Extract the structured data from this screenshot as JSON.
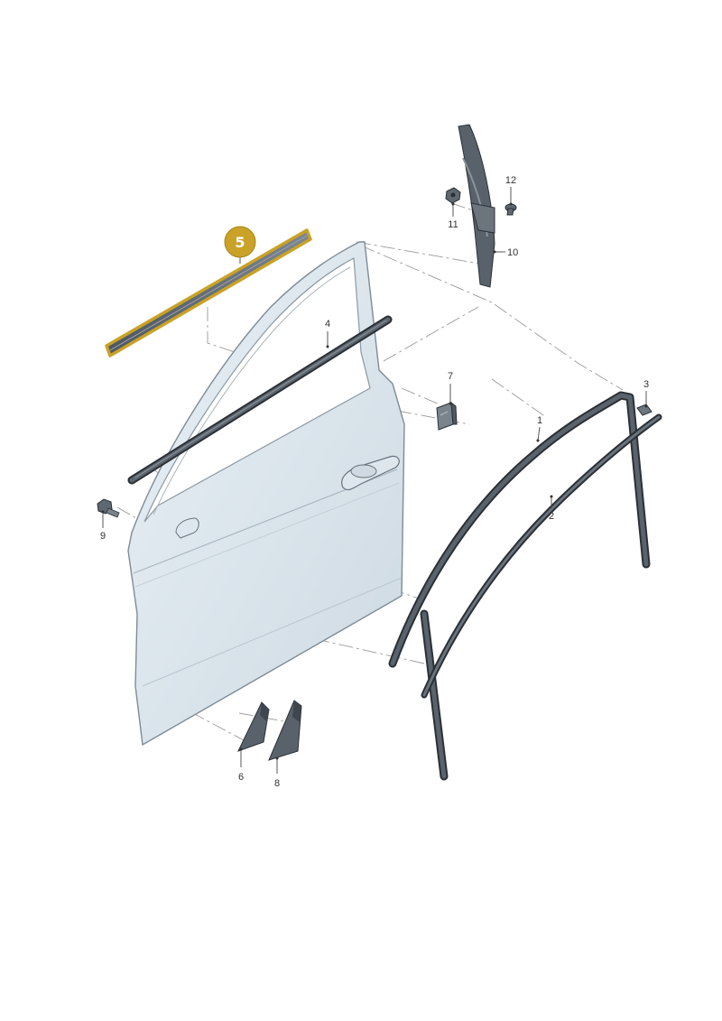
{
  "diagram": {
    "highlight_color": "#c9a227",
    "highlighted_part": "5",
    "callouts": [
      {
        "id": "1",
        "label": "1"
      },
      {
        "id": "2",
        "label": "2"
      },
      {
        "id": "3",
        "label": "3"
      },
      {
        "id": "4",
        "label": "4"
      },
      {
        "id": "5",
        "label": "5"
      },
      {
        "id": "6",
        "label": "6"
      },
      {
        "id": "7",
        "label": "7"
      },
      {
        "id": "8",
        "label": "8"
      },
      {
        "id": "9",
        "label": "9"
      },
      {
        "id": "10",
        "label": "10"
      },
      {
        "id": "11",
        "label": "11"
      },
      {
        "id": "12",
        "label": "12"
      }
    ]
  }
}
